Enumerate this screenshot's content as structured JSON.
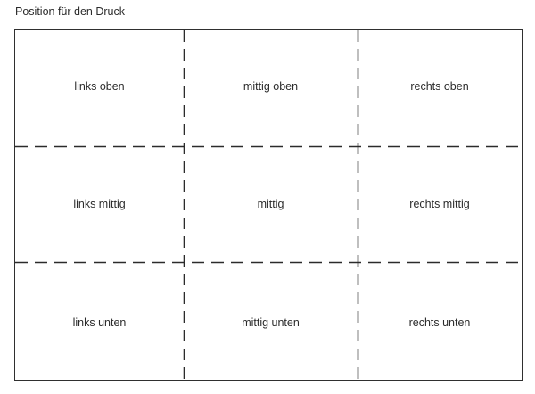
{
  "page": {
    "title": "Position für den Druck",
    "background_color": "#ffffff",
    "text_color": "#2b2b2b"
  },
  "grid": {
    "border_color": "#2f2f2f",
    "divider_color": "#2b2b2b",
    "divider_style": "dashed",
    "columns": [
      "links",
      "mittig",
      "rechts"
    ],
    "rows": [
      "oben",
      "mittig",
      "unten"
    ],
    "cells": [
      {
        "id": "links-oben",
        "label": "links oben",
        "row": "oben",
        "column": "links"
      },
      {
        "id": "mittig-oben",
        "label": "mittig oben",
        "row": "oben",
        "column": "mittig"
      },
      {
        "id": "rechts-oben",
        "label": "rechts oben",
        "row": "oben",
        "column": "rechts"
      },
      {
        "id": "links-mittig",
        "label": "links mittig",
        "row": "mittig",
        "column": "links"
      },
      {
        "id": "mittig",
        "label": "mittig",
        "row": "mittig",
        "column": "mittig"
      },
      {
        "id": "rechts-mittig",
        "label": "rechts mittig",
        "row": "mittig",
        "column": "rechts"
      },
      {
        "id": "links-unten",
        "label": "links unten",
        "row": "unten",
        "column": "links"
      },
      {
        "id": "mittig-unten",
        "label": "mittig unten",
        "row": "unten",
        "column": "mittig"
      },
      {
        "id": "rechts-unten",
        "label": "rechts unten",
        "row": "unten",
        "column": "rechts"
      }
    ]
  }
}
